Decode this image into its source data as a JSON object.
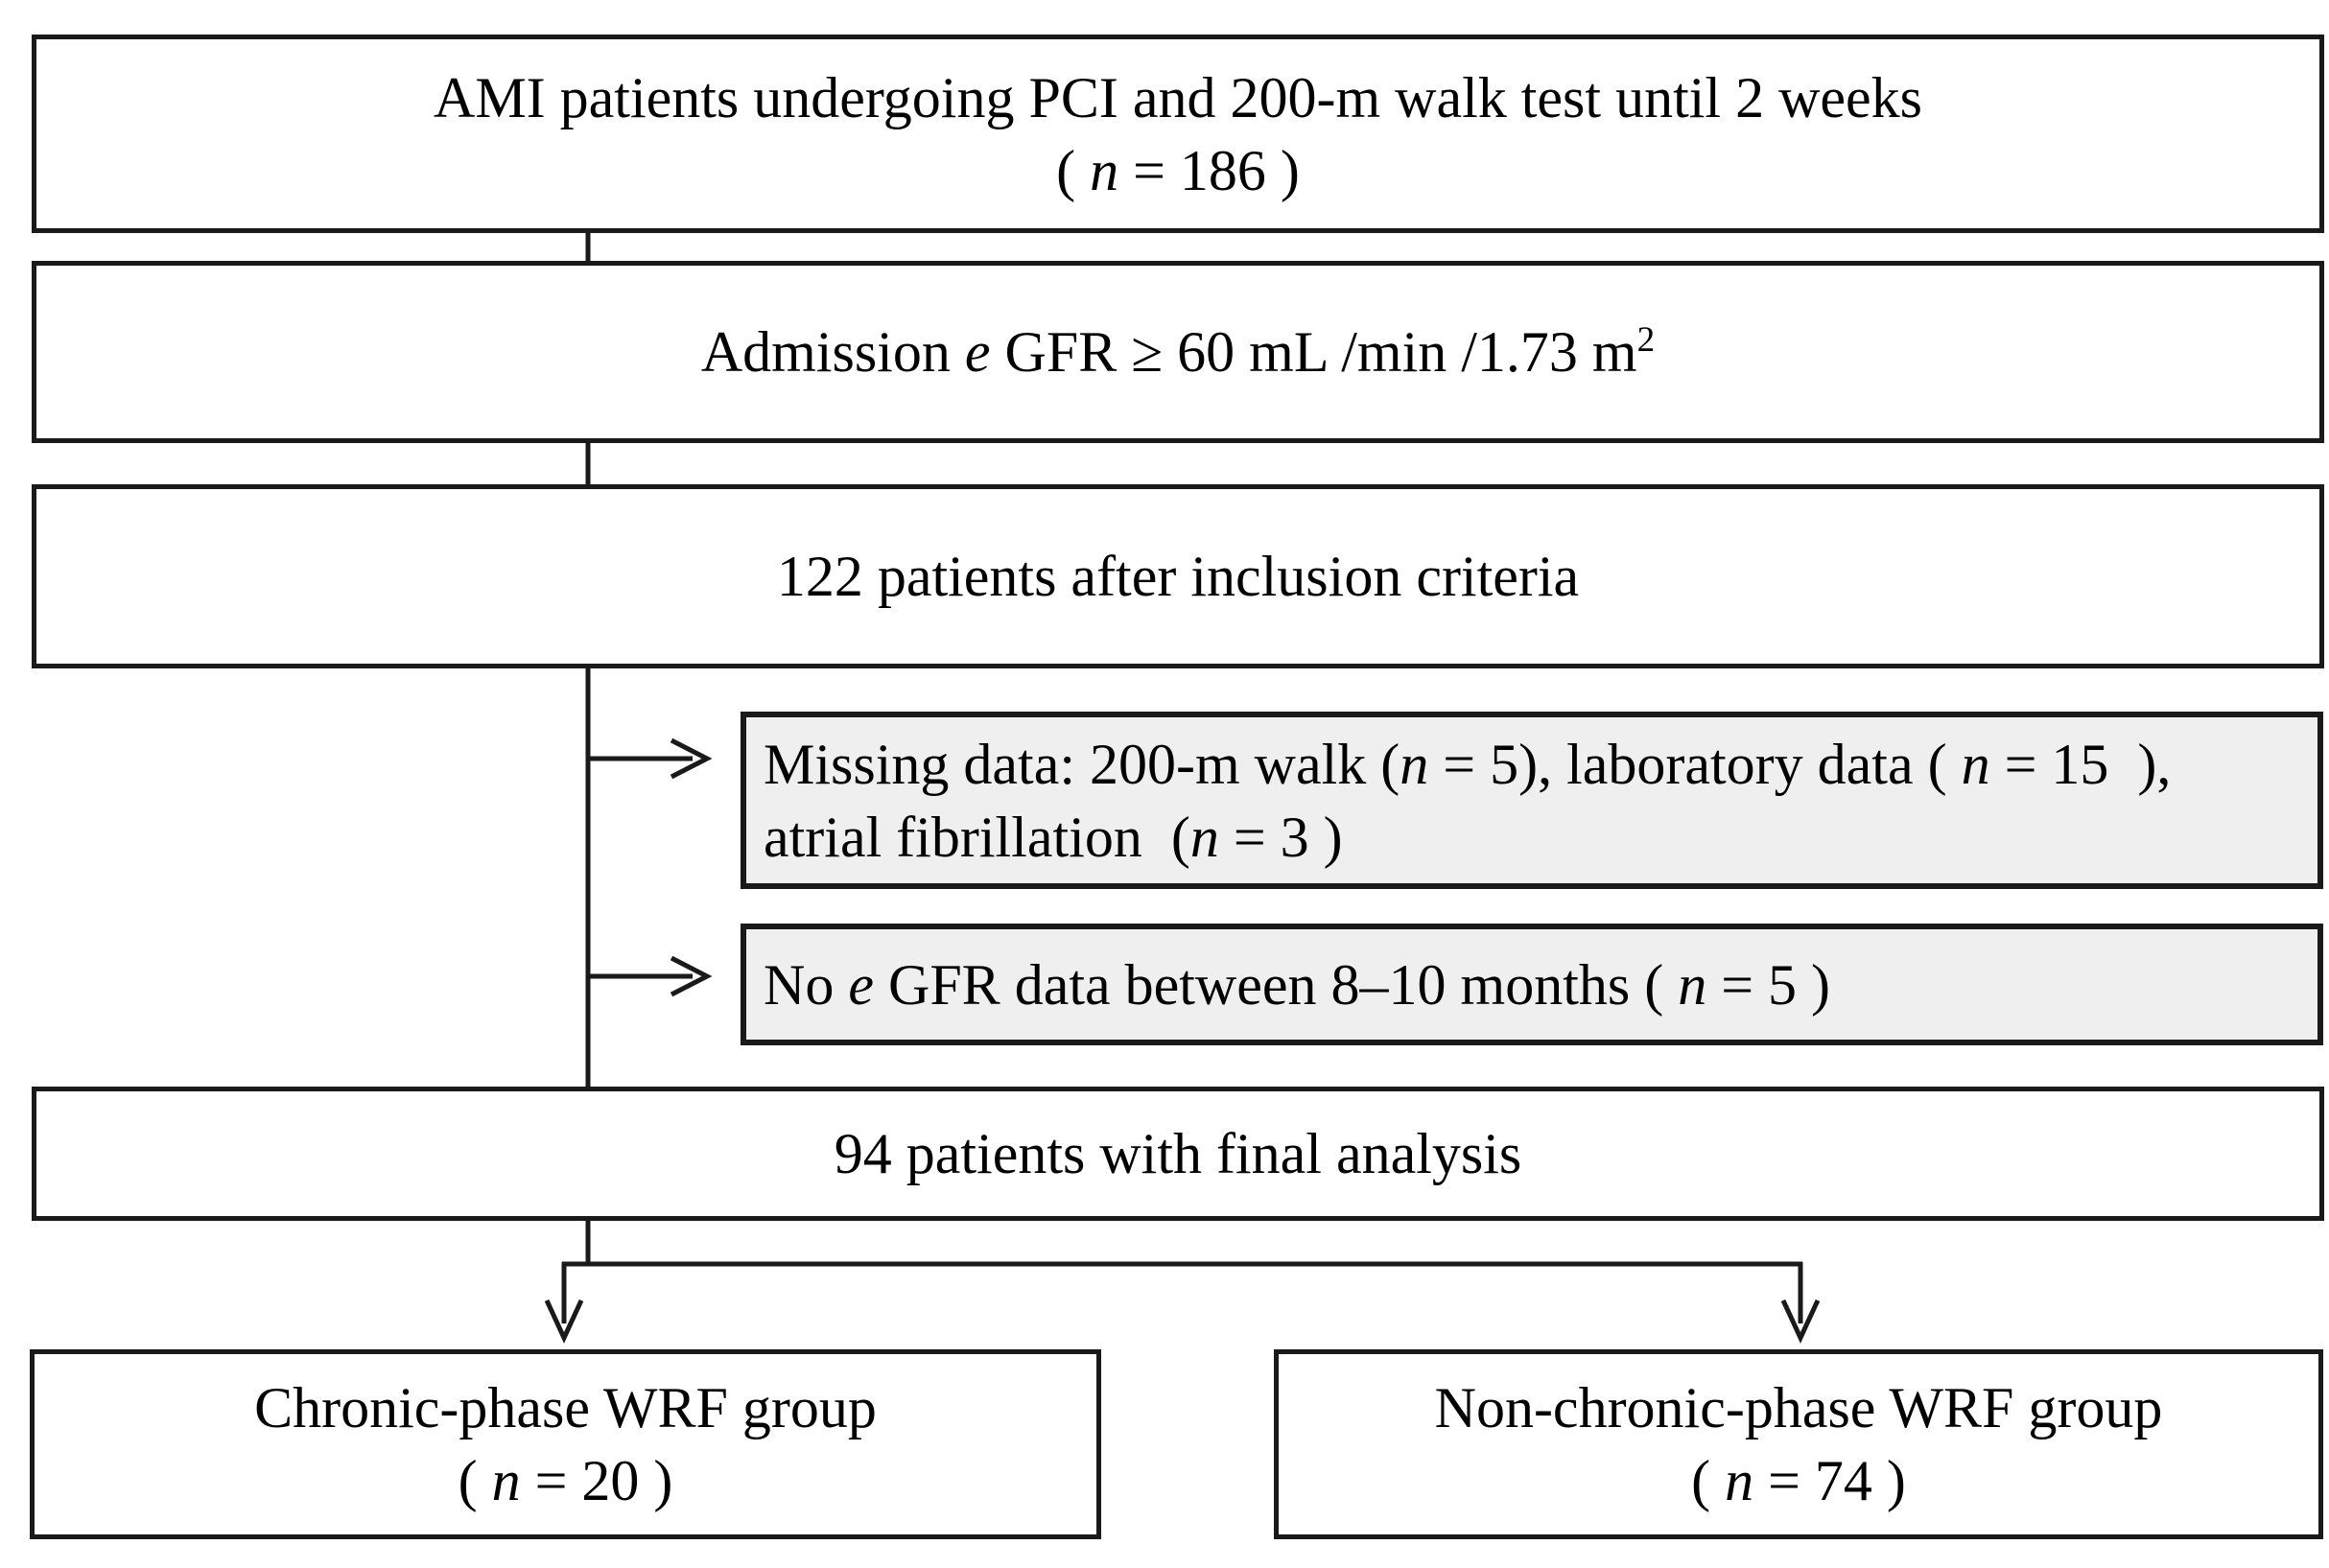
{
  "colors": {
    "border": "#1a1a1a",
    "line": "#1a1a1a",
    "box-fill": "#ffffff",
    "side-box-fill": "#efefef",
    "text": "#000000"
  },
  "flowchart": {
    "enrollment": {
      "lines": [
        [
          {
            "t": "AMI patients undergoing PCI and 200-m walk test until 2 weeks"
          }
        ],
        [
          {
            "t": "( "
          },
          {
            "t": "n",
            "i": true
          },
          {
            "t": " = 186 )"
          }
        ]
      ]
    },
    "admission_egfr": {
      "lines": [
        [
          {
            "t": "Admission "
          },
          {
            "t": "e",
            "i": true
          },
          {
            "t": " GFR ≥ 60 mL /min /1.73 m"
          },
          {
            "t": "2",
            "sup": true
          }
        ]
      ]
    },
    "inclusion": {
      "lines": [
        [
          {
            "t": "122 patients after inclusion criteria"
          }
        ]
      ]
    },
    "excluded_missing_data": {
      "lines": [
        [
          {
            "t": "Missing data: 200-m walk ("
          },
          {
            "t": "n",
            "i": true
          },
          {
            "t": " = 5), laboratory data ( "
          },
          {
            "t": "n",
            "i": true
          },
          {
            "t": " = 15  ),"
          }
        ],
        [
          {
            "t": "atrial fibrillation  ("
          },
          {
            "t": "n",
            "i": true
          },
          {
            "t": " = 3 )"
          }
        ]
      ]
    },
    "excluded_no_egfr": {
      "lines": [
        [
          {
            "t": "No "
          },
          {
            "t": "e",
            "i": true
          },
          {
            "t": " GFR data between 8–10 months ( "
          },
          {
            "t": "n",
            "i": true
          },
          {
            "t": " = 5 )"
          }
        ]
      ]
    },
    "final_analysis": {
      "lines": [
        [
          {
            "t": "94 patients with final analysis"
          }
        ]
      ]
    },
    "chronic_wrf": {
      "lines": [
        [
          {
            "t": "Chronic-phase WRF group"
          }
        ],
        [
          {
            "t": "( "
          },
          {
            "t": "n",
            "i": true
          },
          {
            "t": " = 20 )"
          }
        ]
      ]
    },
    "non_chronic_wrf": {
      "lines": [
        [
          {
            "t": "Non-chronic-phase WRF group"
          }
        ],
        [
          {
            "t": "( "
          },
          {
            "t": "n",
            "i": true
          },
          {
            "t": " = 74 )"
          }
        ]
      ]
    }
  }
}
